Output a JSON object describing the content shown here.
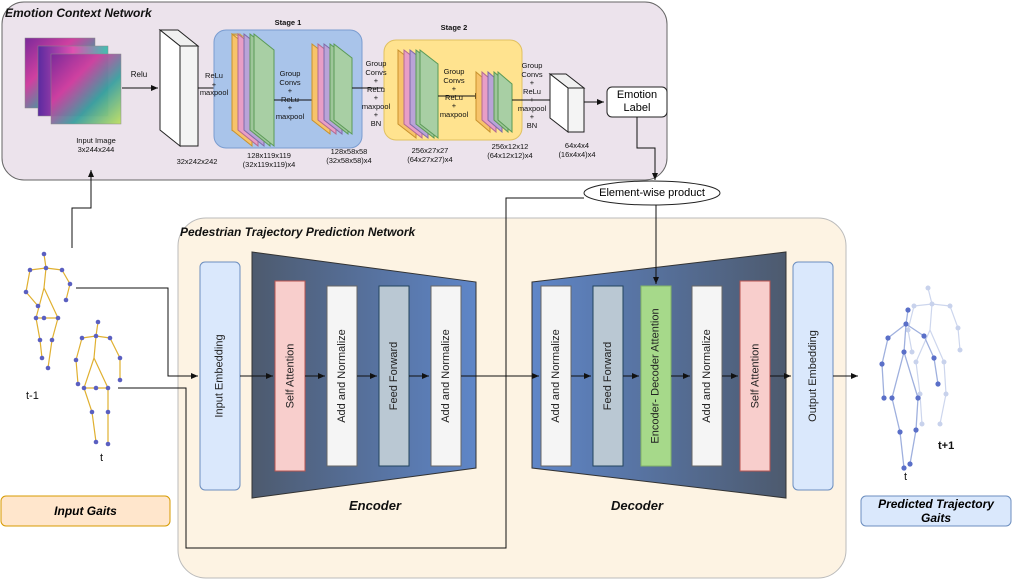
{
  "emotion_network": {
    "title": "Emotion Context Network",
    "stage1_label": "Stage 1",
    "stage2_label": "Stage 2",
    "input_image_label": "Input Image",
    "input_image_dims": "3x244x244",
    "relu_label": "Relu",
    "relu_maxpool_1": [
      "ReLu",
      "+",
      "maxpool"
    ],
    "group_convs_1": [
      "Group",
      "Convs",
      "+",
      "ReLu",
      "+",
      "maxpool"
    ],
    "group_convs_2": [
      "Group",
      "Convs",
      "+",
      "ReLu",
      "+",
      "maxpool",
      "+",
      "BN"
    ],
    "group_convs_3": [
      "Group",
      "Convs",
      "+",
      "ReLu",
      "+",
      "maxpool"
    ],
    "group_convs_4": [
      "Group",
      "Convs",
      "+",
      "ReLu",
      "+",
      "maxpool",
      "+",
      "BN"
    ],
    "dims": {
      "d1": "32x242x242",
      "d2a": "128x119x119",
      "d2b": "(32x119x119)x4",
      "d3a": "128x58x58",
      "d3b": "(32x58x58)x4",
      "d4a": "256x27x27",
      "d4b": "(64x27x27)x4",
      "d5a": "256x12x12",
      "d5b": "(64x12x12)x4",
      "d6a": "64x4x4",
      "d6b": "(16x4x4)x4"
    },
    "emotion_label": [
      "Emotion",
      "Label"
    ],
    "elementwise": "Element-wise product"
  },
  "trajectory_network": {
    "title": "Pedestrian Trajectory Prediction Network",
    "input_embedding": "Input Embedding",
    "output_embedding": "Output Embedding",
    "encoder_title": "Encoder",
    "decoder_title": "Decoder",
    "encoder_blocks": [
      "Self Attention",
      "Add and Normalize",
      "Feed Forward",
      "Add and Normalize"
    ],
    "decoder_blocks": [
      "Add and Normalize",
      "Feed Forward",
      "Encoder- Decoder Attention",
      "Add and Normalize",
      "Self Attention"
    ]
  },
  "gaits": {
    "input_label": "Input Gaits",
    "output_label": "Predicted Trajectory Gaits",
    "t_minus_1": "t-1",
    "t": "t",
    "t_out": "t",
    "t_plus_1": "t+1"
  },
  "colors": {
    "emotion_bg": "#ece3ec",
    "trajectory_bg": "#fdf3e3",
    "stage1": "#a9c4ea",
    "stage2": "#ffe38f",
    "self_attention": "#f8cecc",
    "add_norm": "#f5f5f5",
    "feed_forward": "#bac8d3",
    "enc_dec_attention": "#a6d98a",
    "embedding": "#dae8fc",
    "input_gaits_box": "#ffe6cc",
    "skeleton_edge": "#e0b030",
    "skeleton_joint": "#5a5fc0"
  }
}
